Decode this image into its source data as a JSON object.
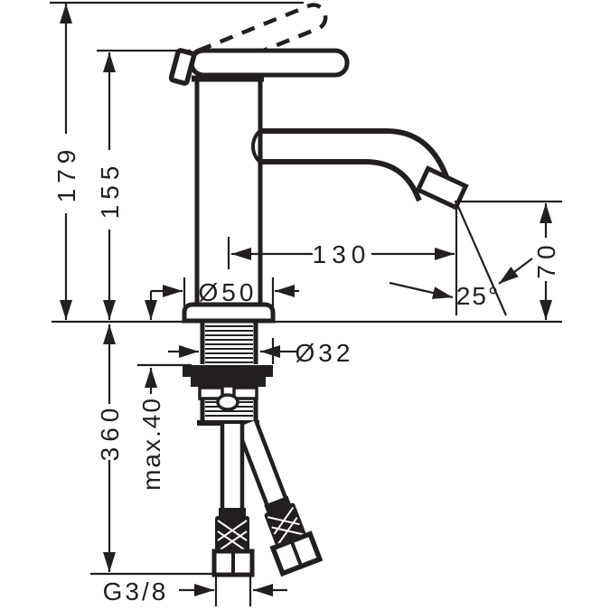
{
  "drawing": {
    "labels": {
      "total_height": "179",
      "body_height": "155",
      "spout_reach": "130",
      "spout_height": "70",
      "spout_angle": "25°",
      "base_diameter": "Ø50",
      "shank_diameter": "Ø32",
      "hose_length": "360",
      "max_mounting": "max.40",
      "thread": "G3/8"
    }
  }
}
